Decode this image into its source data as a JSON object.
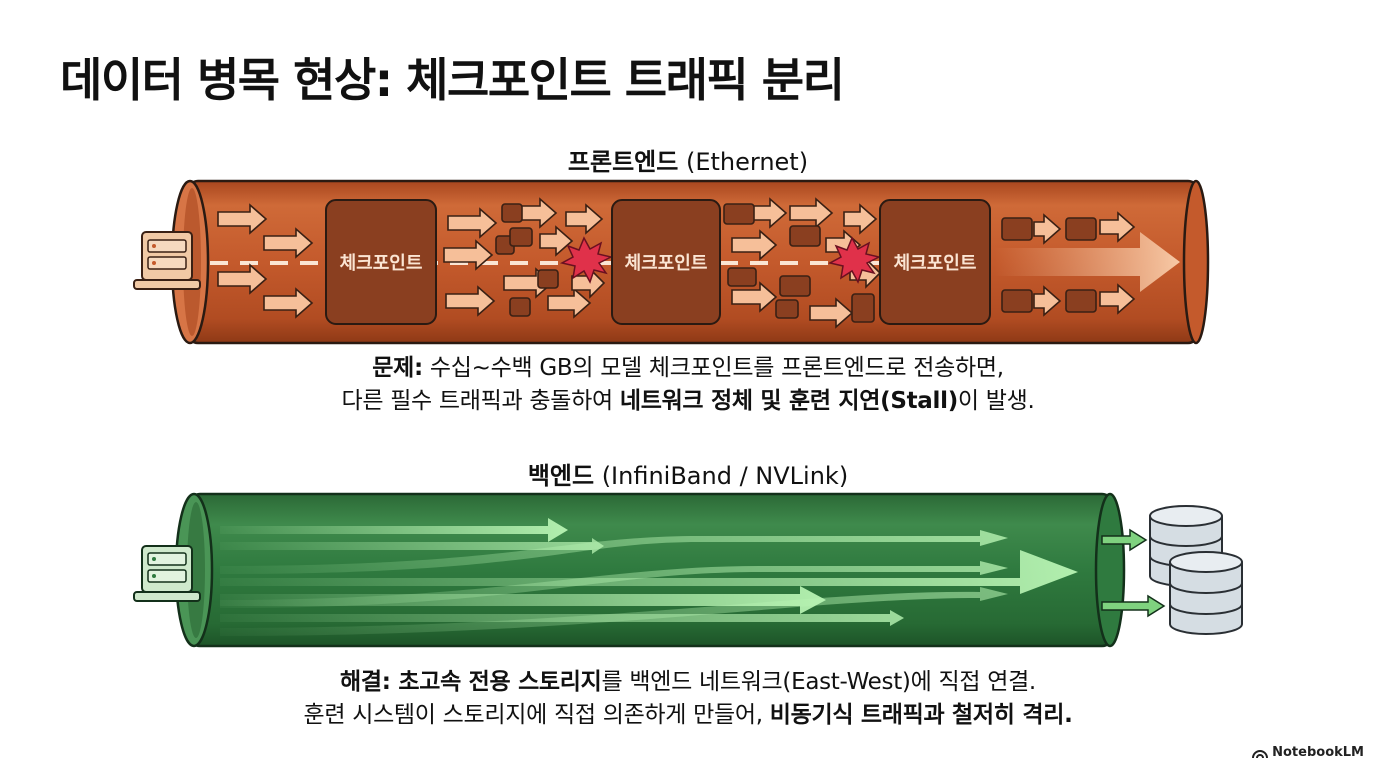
{
  "title": "데이터 병목 현상: 체크포인트 트래픽 분리",
  "frontend": {
    "label_bold": "프론트엔드",
    "label_rest": " (Ethernet)",
    "checkpoint_boxes": [
      "체크포인트",
      "체크포인트",
      "체크포인트"
    ],
    "caption_line1_bold": "문제:",
    "caption_line1_rest": " 수십~수백 GB의 모델 체크포인트를 프론트엔드로 전송하면,",
    "caption_line2_plain": "다른 필수 트래픽과 충돌하여 ",
    "caption_line2_bold": "네트워크 정체 및 훈련 지연(Stall)",
    "caption_line2_tail": "이 발생."
  },
  "backend": {
    "label_bold": "백엔드",
    "label_rest": " (InfiniBand / NVLink)",
    "caption_line1_bold": "해결: 초고속 전용 스토리지",
    "caption_line1_rest": "를 백엔드 네트워크(East-West)에 직접 연결.",
    "caption_line2_plain": "훈련 시스템이 스토리지에 직접 의존하게 만들어, ",
    "caption_line2_bold": "비동기식 트래픽과 철저히 격리."
  },
  "brand": "NotebookLM",
  "colors": {
    "frontend_pipe": "#c45a2c",
    "checkpoint_box": "#8a3f20",
    "collision": "#e0314a",
    "backend_pipe": "#2e7a3e",
    "backend_flow": "#a9f0a9",
    "server": "#f1c9a5",
    "storage": "#d5dde3"
  }
}
